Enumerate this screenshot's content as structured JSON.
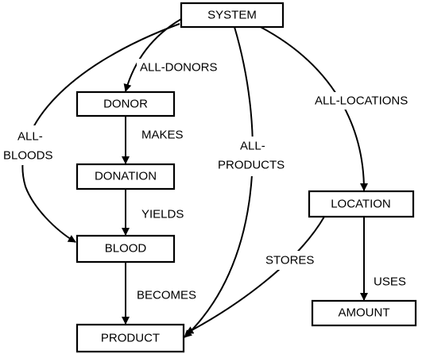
{
  "nodes": {
    "system": "SYSTEM",
    "donor": "DONOR",
    "donation": "DONATION",
    "blood": "BLOOD",
    "product": "PRODUCT",
    "location": "LOCATION",
    "amount": "AMOUNT"
  },
  "edges": {
    "all_donors": "ALL-DONORS",
    "makes": "MAKES",
    "yields": "YIELDS",
    "becomes": "BECOMES",
    "all_bloods_line1": "ALL-",
    "all_bloods_line2": "BLOODS",
    "all_products_line1": "ALL-",
    "all_products_line2": "PRODUCTS",
    "all_locations": "ALL-LOCATIONS",
    "stores": "STORES",
    "uses": "USES"
  }
}
